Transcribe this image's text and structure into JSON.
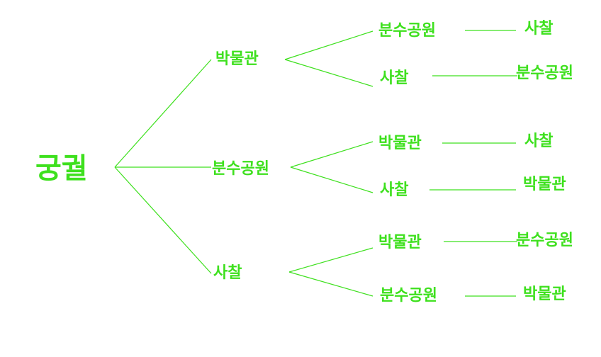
{
  "tree": {
    "root": {
      "label": "궁궐"
    },
    "level1": [
      {
        "label": "박물관"
      },
      {
        "label": "분수공원"
      },
      {
        "label": "사찰"
      }
    ],
    "level2": [
      {
        "label": "분수공원"
      },
      {
        "label": "사찰"
      },
      {
        "label": "박물관"
      },
      {
        "label": "사찰"
      },
      {
        "label": "박물관"
      },
      {
        "label": "분수공원"
      }
    ],
    "level3": [
      {
        "label": "사찰"
      },
      {
        "label": "분수공원"
      },
      {
        "label": "사찰"
      },
      {
        "label": "박물관"
      },
      {
        "label": "분수공원"
      },
      {
        "label": "박물관"
      }
    ],
    "colors": {
      "accent": "#3ee01e"
    }
  }
}
